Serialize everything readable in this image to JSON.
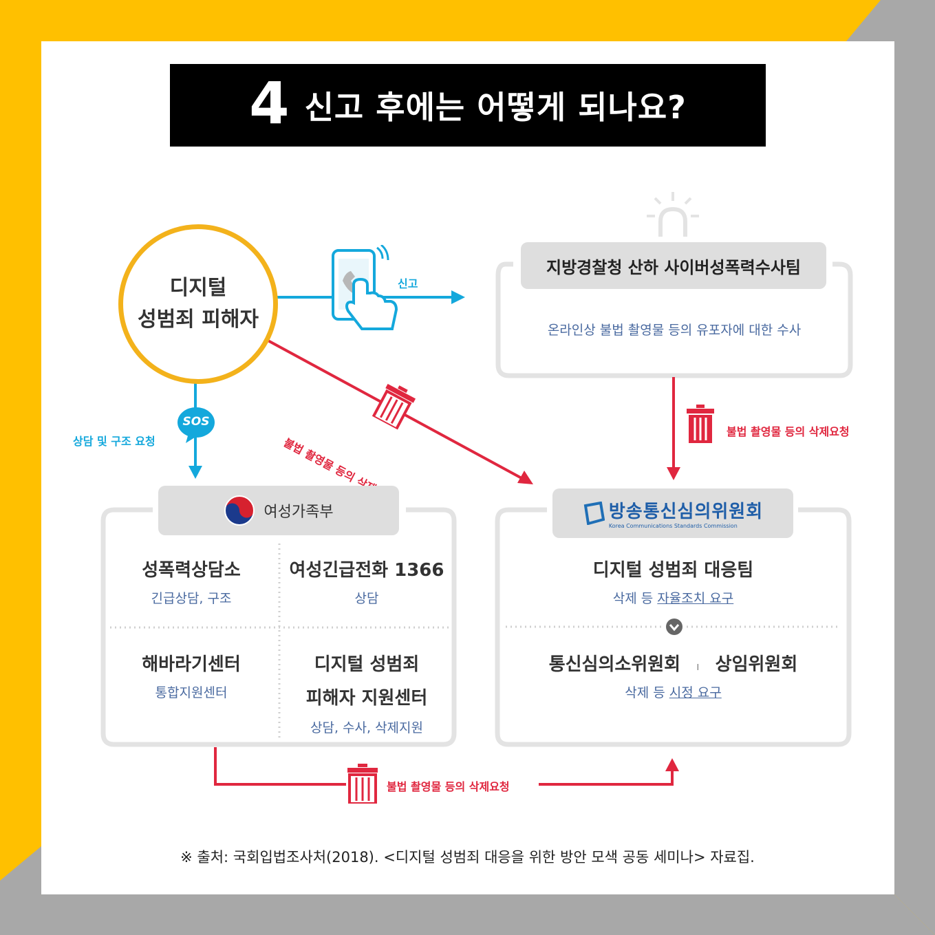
{
  "title": {
    "number": "4",
    "text": "신고 후에는 어떻게 되나요?"
  },
  "victim": {
    "line1": "디지털",
    "line2": "성범죄 피해자"
  },
  "report_label": "신고",
  "sos_label": "SOS",
  "counsel_label": "상담 및 구조 요청",
  "delete_request_label": "불법 촬영물 등의 삭제요청",
  "police": {
    "title": "지방경찰청 산하 사이버성폭력수사팀",
    "desc": "온라인상 불법 촬영물 등의 유포자에 대한 수사"
  },
  "ministry": {
    "name": "여성가족부",
    "cells": [
      {
        "title": "성폭력상담소",
        "sub": "긴급상담, 구조"
      },
      {
        "title": "여성긴급전화 1366",
        "sub": "상담"
      },
      {
        "title": "해바라기센터",
        "sub": "통합지원센터"
      },
      {
        "title_line1": "디지털 성범죄",
        "title_line2": "피해자 지원센터",
        "sub": "상담, 수사, 삭제지원"
      }
    ]
  },
  "kcsc": {
    "name": "방송통신심의위원회",
    "name_en": "Korea Communications Standards Commission",
    "team": "디지털 성범죄 대응팀",
    "team_sub_prefix": "삭제 등 ",
    "team_sub_link": "자율조치 요구",
    "sub_committee": "통신심의소위원회",
    "separator": "ı",
    "standing_committee": "상임위원회",
    "committee_sub_prefix": "삭제 등 ",
    "committee_sub_link": "시정 요구"
  },
  "source_note": "※ 출처: 국회입법조사처(2018). <디지털 성범죄 대응을 위한 방안 모색 공동 세미나> 자료집.",
  "colors": {
    "yellow": "#ffc000",
    "gray": "#a8a8a8",
    "red": "#e0273f",
    "blue": "#14a8dc",
    "victim_ring": "#f3b21b"
  },
  "icons": [
    "phone-touch-icon",
    "siren-icon",
    "trash-icon",
    "sos-bubble-icon",
    "taegeuk-icon",
    "kcsc-logo-icon",
    "chevron-down-icon"
  ]
}
